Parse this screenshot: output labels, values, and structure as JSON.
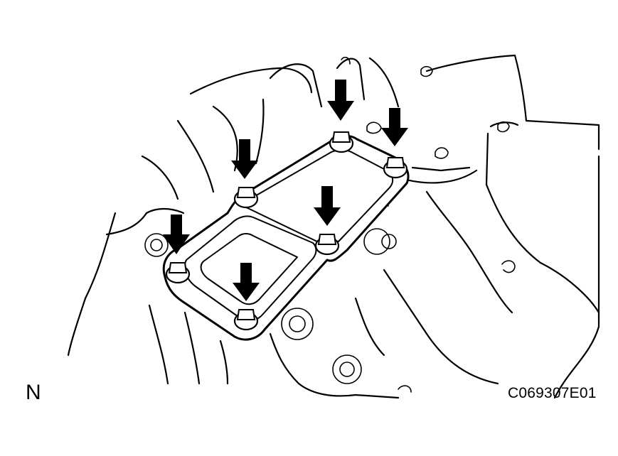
{
  "labels": {
    "view_letter": "N",
    "figure_code": "C069307E01"
  },
  "arrow_count": 6,
  "bolt_count": 6,
  "colors": {
    "line": "#000000",
    "background": "#ffffff"
  }
}
